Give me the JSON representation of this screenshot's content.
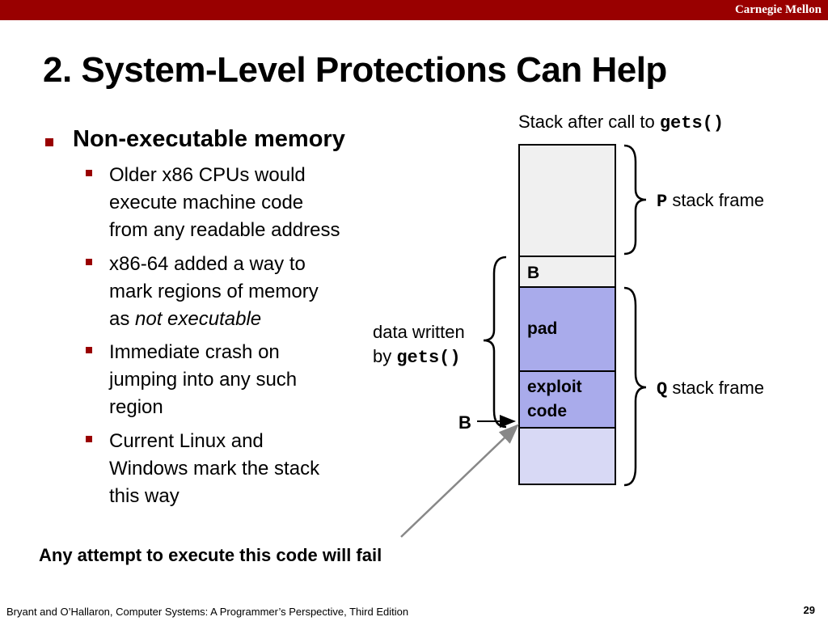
{
  "header": {
    "brand": "Carnegie Mellon"
  },
  "slide": {
    "title": "2. System-Level Protections Can Help",
    "bullet_main": "Non-executable memory",
    "sub_bullets": [
      {
        "lines": [
          "Older x86 CPUs would",
          "execute machine code",
          "from any readable address"
        ]
      },
      {
        "lines": [
          "x86-64 added a way to",
          "mark regions of memory"
        ],
        "last_prefix": "as ",
        "last_italic": "not executable"
      },
      {
        "lines": [
          "Immediate crash on",
          "jumping into any such",
          "region"
        ]
      },
      {
        "lines": [
          "Current Linux and",
          "Windows mark the stack",
          "this way"
        ]
      }
    ],
    "bottom_message": "Any attempt to execute this code will fail"
  },
  "diagram": {
    "caption_prefix": "Stack after call to ",
    "caption_code": "gets()",
    "p_frame_code": "P",
    "p_frame_text": " stack frame",
    "q_frame_code": "Q",
    "q_frame_text": " stack frame",
    "data_written_line1": "data written",
    "data_written_prefix": "by ",
    "data_written_code": "gets()",
    "cell_b": "B",
    "cell_pad": "pad",
    "cell_exploit_1": "exploit",
    "cell_exploit_2": "code",
    "pointer_label": "B",
    "colors": {
      "p_frame": "#f0f0f0",
      "written": "#a9abeb",
      "q_low": "#d8d9f5",
      "accent": "#990000"
    }
  },
  "footer": {
    "citation": "Bryant and O’Hallaron, Computer Systems: A Programmer’s Perspective, Third Edition",
    "page_number": "29"
  }
}
